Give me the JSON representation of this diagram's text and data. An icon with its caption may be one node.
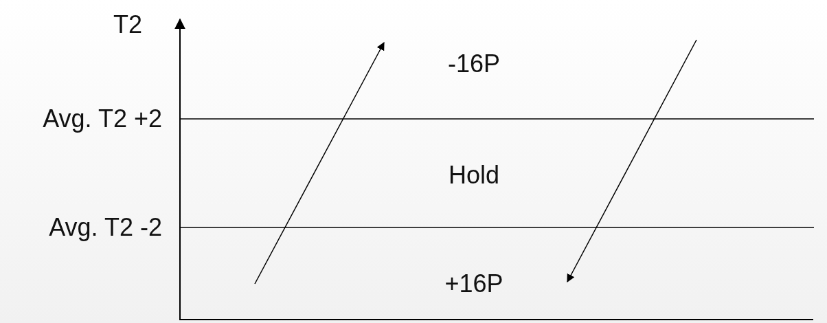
{
  "diagram": {
    "labels": [
      "T2",
      "Avg. T2 +2",
      "Avg. T2 -2",
      "-16P",
      "Hold",
      "+16P"
    ]
  }
}
